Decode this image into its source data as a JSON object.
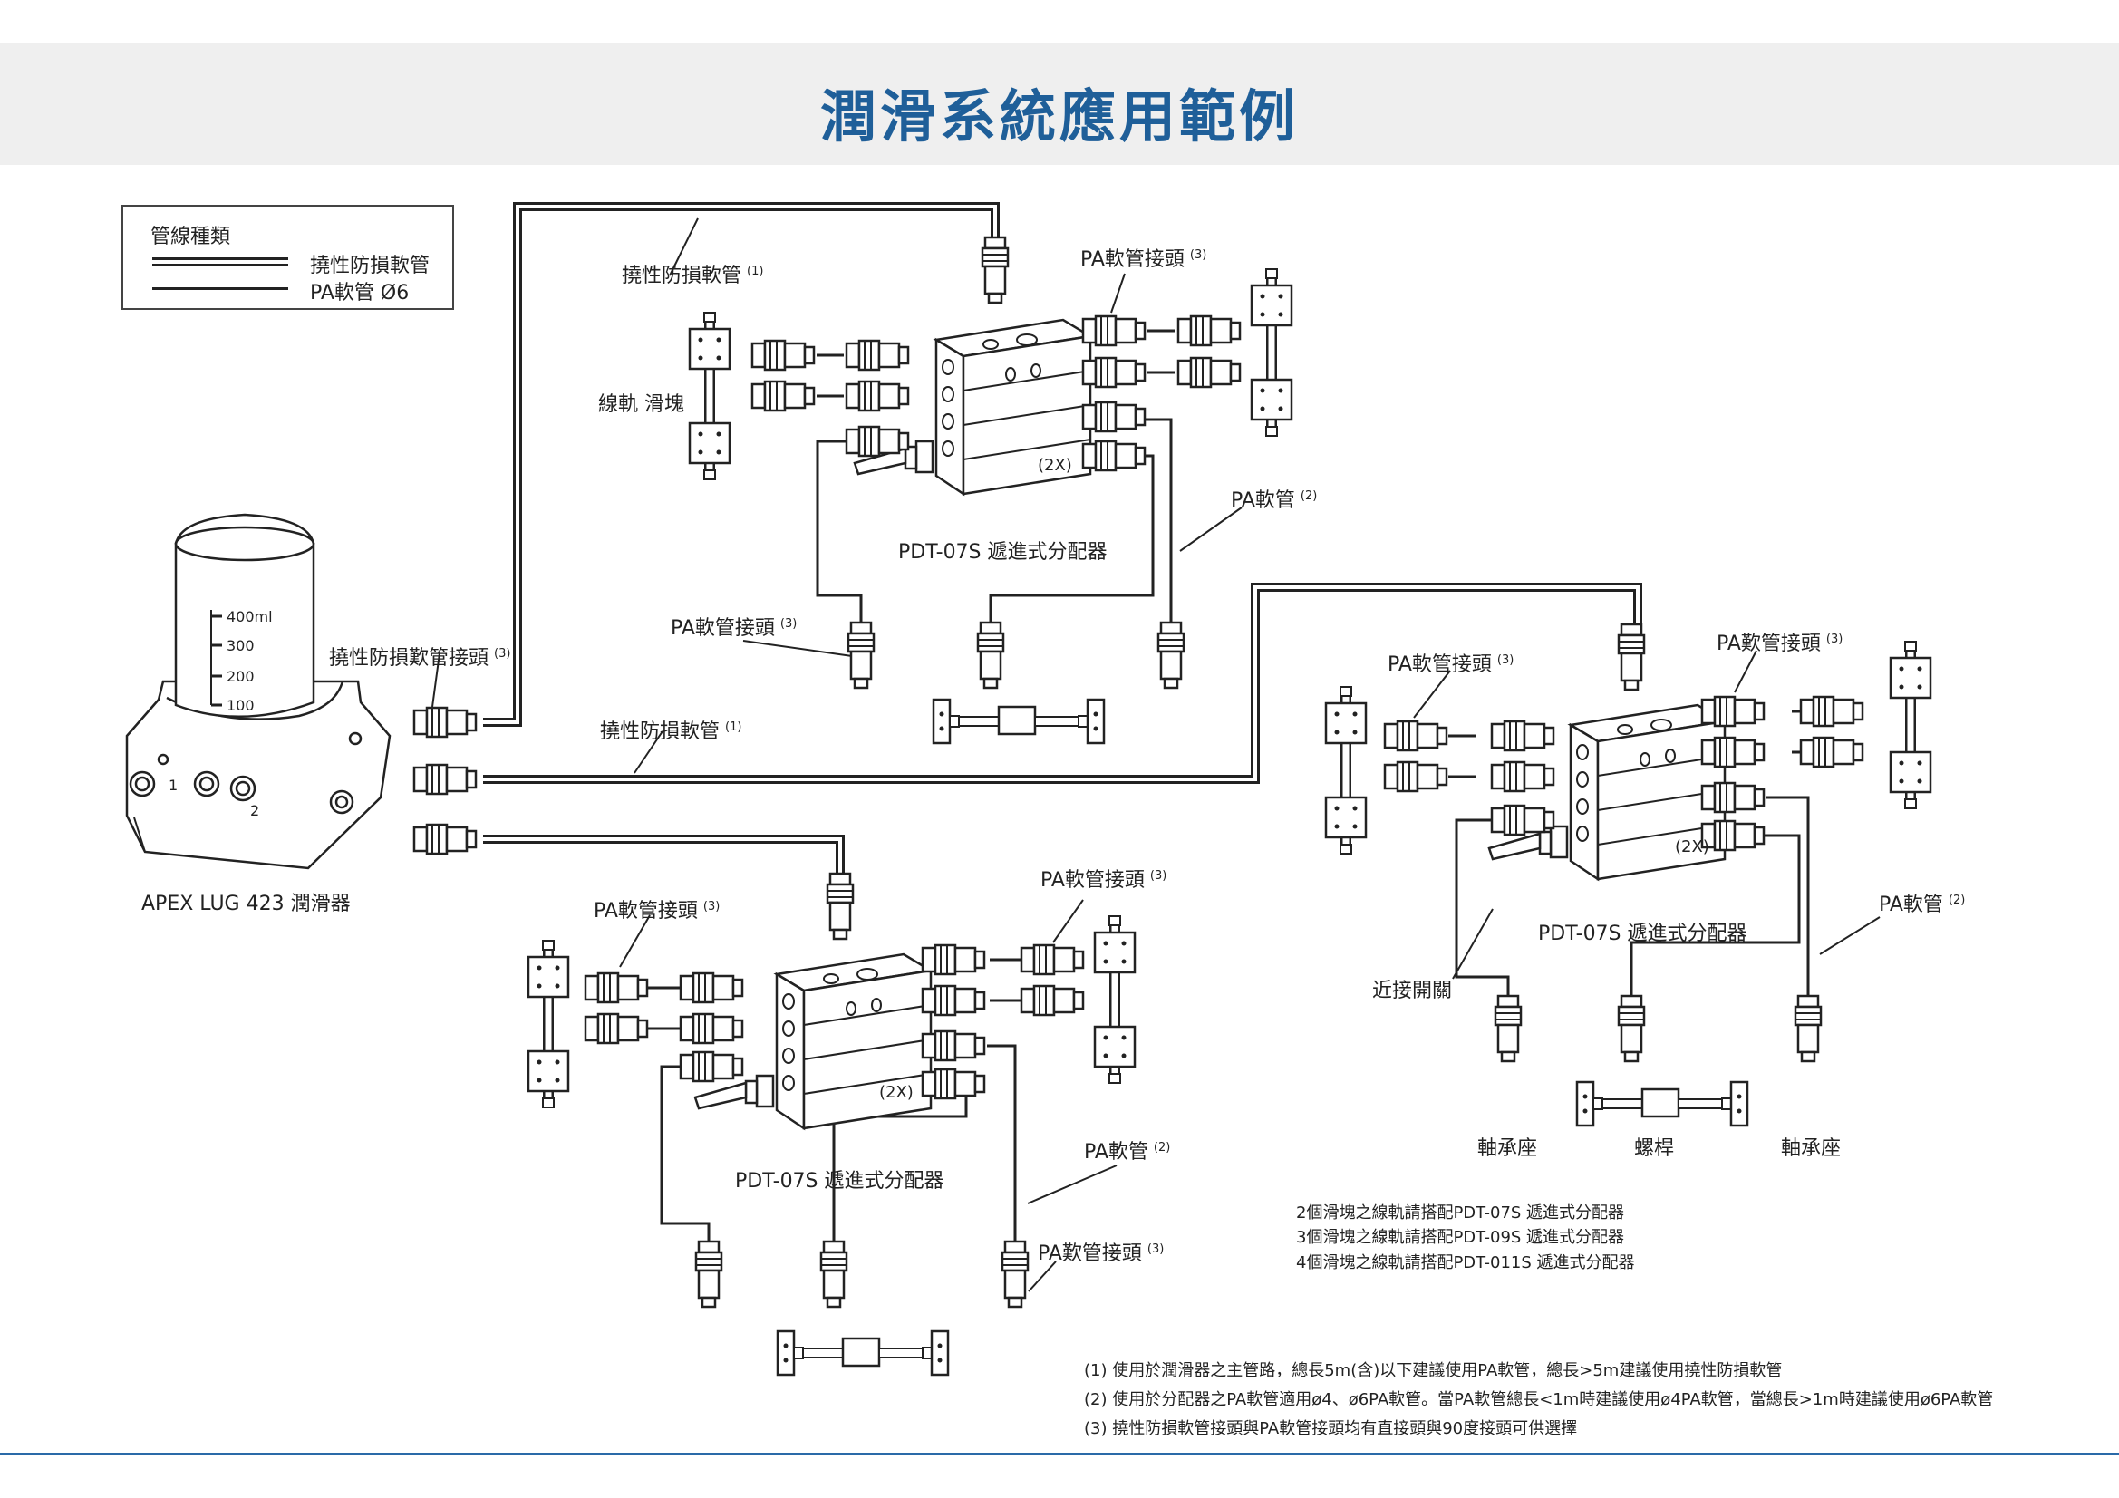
{
  "title": "潤滑系統應用範例",
  "legend": {
    "title": "管線種類",
    "items": [
      "撓性防損軟管",
      "PA軟管 Ø6"
    ]
  },
  "labels": {
    "lubricator": "APEX LUG 423 潤滑器",
    "flex_joint": "撓性防損歎管接頭",
    "flex_hose_top": "撓性防損軟管",
    "flex_hose_mid": "撓性防損軟管",
    "rail_block": "線軌 滑塊",
    "pa_joint_top": "PA軟管接頭",
    "pa_joint_top_left": "PA軟管接頭",
    "pa_hose_top": "PA軟管",
    "distributor_top": "PDT-07S 遞進式分配器",
    "distributor_bottom": "PDT-07S 遞進式分配器",
    "distributor_right": "PDT-07S 遞進式分配器",
    "pa_joint_bl_left": "PA軟管接頭",
    "pa_joint_bl_right": "PA軟管接頭",
    "pa_hose_bl": "PA軟管",
    "pa_joint_bl_bottom": "PA歎管接頭",
    "pa_joint_r_left": "PA軟管接頭",
    "pa_joint_r_right": "PA歎管接頭",
    "pa_hose_r": "PA軟管",
    "proximity_switch": "近接開關",
    "bearing_left": "軸承座",
    "screw": "螺桿",
    "bearing_right": "軸承座",
    "twox": "(2X)"
  },
  "superscripts": {
    "one": "(1)",
    "two": "(2)",
    "three": "(3)"
  },
  "gauge_marks": [
    "400ml",
    "300",
    "200",
    "100"
  ],
  "port_marks": [
    "1",
    "2"
  ],
  "distributor_rules": [
    "2個滑塊之線軌請搭配PDT-07S 遞進式分配器",
    "3個滑塊之線軌請搭配PDT-09S 遞進式分配器",
    "4個滑塊之線軌請搭配PDT-011S 遞進式分配器"
  ],
  "footnotes": [
    "(1) 使用於潤滑器之主管路，總長5m(含)以下建議使用PA軟管，總長>5m建議使用撓性防損軟管",
    "(2) 使用於分配器之PA軟管適用ø4、ø6PA軟管。當PA軟管總長<1m時建議使用ø4PA軟管，當總長>1m時建議使用ø6PA軟管",
    "(3) 撓性防損軟管接頭與PA軟管接頭均有直接頭與90度接頭可供選擇"
  ],
  "colors": {
    "title": "#1f5f99",
    "header_bg": "#efefef",
    "line": "#222222",
    "bottom_rule": "#2a6aa8"
  }
}
